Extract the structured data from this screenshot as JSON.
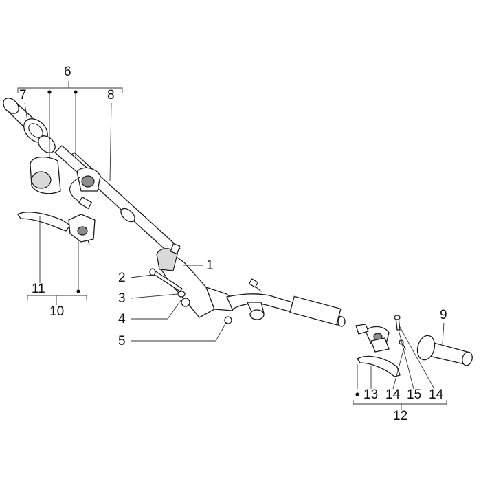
{
  "colors": {
    "line": "#1a1a1a",
    "label": "#111111",
    "background": "#ffffff"
  },
  "callouts": {
    "c1": "1",
    "c2": "2",
    "c3": "3",
    "c4": "4",
    "c5": "5",
    "c6": "6",
    "c7": "7",
    "c8": "8",
    "c9": "9",
    "c10": "10",
    "c11": "11",
    "c12": "12",
    "c13": "13",
    "c14a": "14",
    "c15": "15",
    "c14b": "14"
  }
}
